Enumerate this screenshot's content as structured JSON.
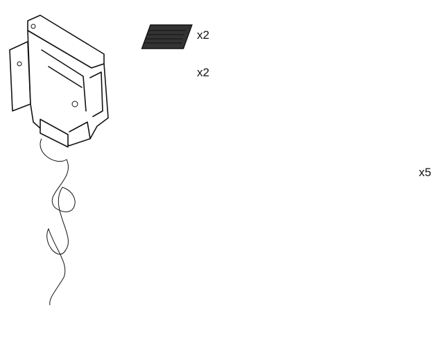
{
  "quantities": {
    "pad_top": "x2",
    "pad_bottom": "x2",
    "cable_ties": "x5"
  },
  "colors": {
    "line": "#111111",
    "background": "#ffffff",
    "remote_body": "#9a9a9a"
  }
}
